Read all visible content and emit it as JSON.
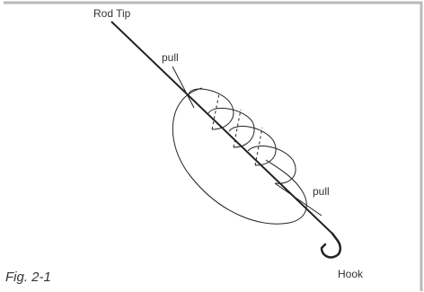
{
  "labels": {
    "rod_tip": "Rod Tip",
    "pull_upper": "pull",
    "pull_lower": "pull",
    "hook": "Hook"
  },
  "caption": "Fig. 2-1",
  "colors": {
    "stroke": "#222222",
    "frame": "#b9b9b9",
    "text": "#333333"
  }
}
